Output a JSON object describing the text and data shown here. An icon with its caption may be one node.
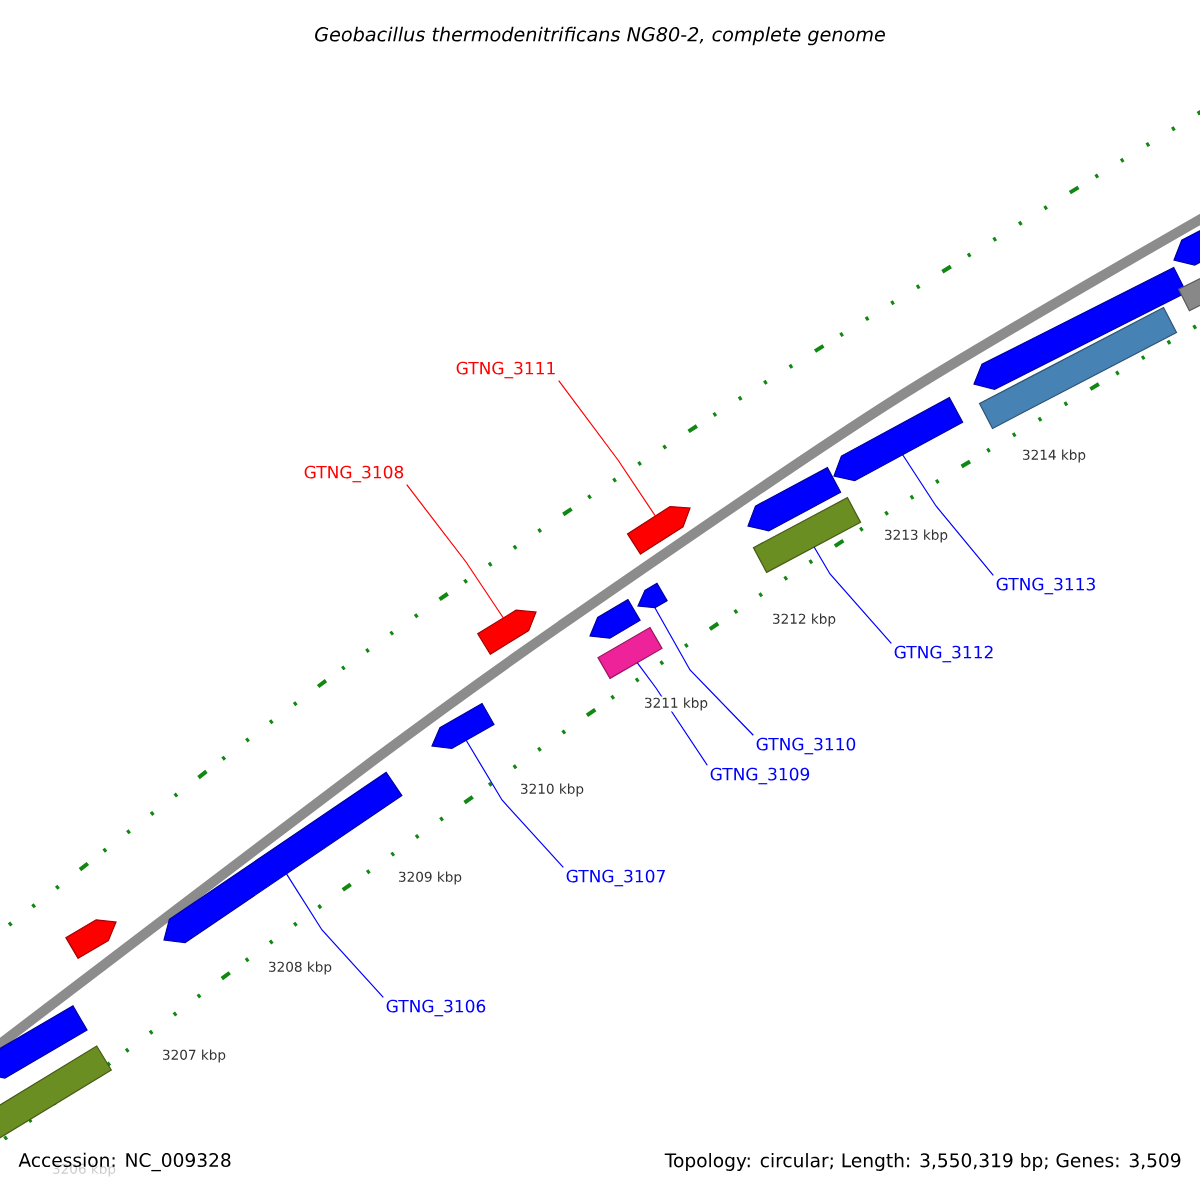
{
  "diagram": {
    "title": "Geobacillus thermodenitrificans NG80-2, complete genome",
    "nodes": [
      {
        "text": [
          "GTNG_3111"
        ]
      },
      {
        "text": [
          "GTNG_3108"
        ]
      },
      {
        "text": [
          "GTNG_3113"
        ]
      },
      {
        "text": [
          "GTNG_3112"
        ]
      },
      {
        "text": [
          "GTNG_3110"
        ]
      },
      {
        "text": [
          "GTNG_3109"
        ]
      },
      {
        "text": [
          "GTNG_3107"
        ]
      },
      {
        "text": [
          "GTNG_3106"
        ]
      },
      {
        "text": [],
        "shape": "bar"
      },
      {
        "text": [],
        "shape": "arrow"
      },
      {
        "text": [],
        "shape": "arrow"
      },
      {
        "text": [],
        "shape": "arrow"
      },
      {
        "text": [],
        "shape": "arrow"
      },
      {
        "text": [],
        "shape": "arrow"
      },
      {
        "text": [],
        "shape": "arrow"
      },
      {
        "text": [],
        "shape": "bar"
      },
      {
        "text": [],
        "shape": "arrow"
      },
      {
        "text": [],
        "shape": "arrow"
      },
      {
        "text": [],
        "shape": "arrow"
      },
      {
        "text": [],
        "shape": "bar"
      },
      {
        "text": [],
        "shape": "arrow"
      },
      {
        "text": [],
        "shape": "arrow"
      },
      {
        "text": [],
        "shape": "bar"
      },
      {
        "text": [],
        "shape": "arrow"
      },
      {
        "text": [],
        "shape": "bar"
      }
    ],
    "edges": [
      {
        "from": 0,
        "to": 16,
        "arrow": "none",
        "color": "#ff0000"
      },
      {
        "from": 1,
        "to": 13,
        "arrow": "none",
        "color": "#ff0000"
      },
      {
        "from": 2,
        "to": 20,
        "arrow": "none"
      },
      {
        "from": 3,
        "to": 19,
        "arrow": "none"
      },
      {
        "from": 4,
        "to": 17,
        "arrow": "none"
      },
      {
        "from": 5,
        "to": 15,
        "arrow": "none"
      },
      {
        "from": 6,
        "to": 12,
        "arrow": "none"
      },
      {
        "from": 7,
        "to": 11,
        "arrow": "none"
      }
    ],
    "labels": [
      "3214 kbp",
      "3213 kbp",
      "3212 kbp",
      "3211 kbp",
      "3210 kbp",
      "3209 kbp",
      "3208 kbp",
      "3207 kbp",
      "3206 kbp",
      "Accession: NC_009328",
      "Topology: circular; Length: 3,550,319 bp; Genes: 3,509"
    ]
  }
}
